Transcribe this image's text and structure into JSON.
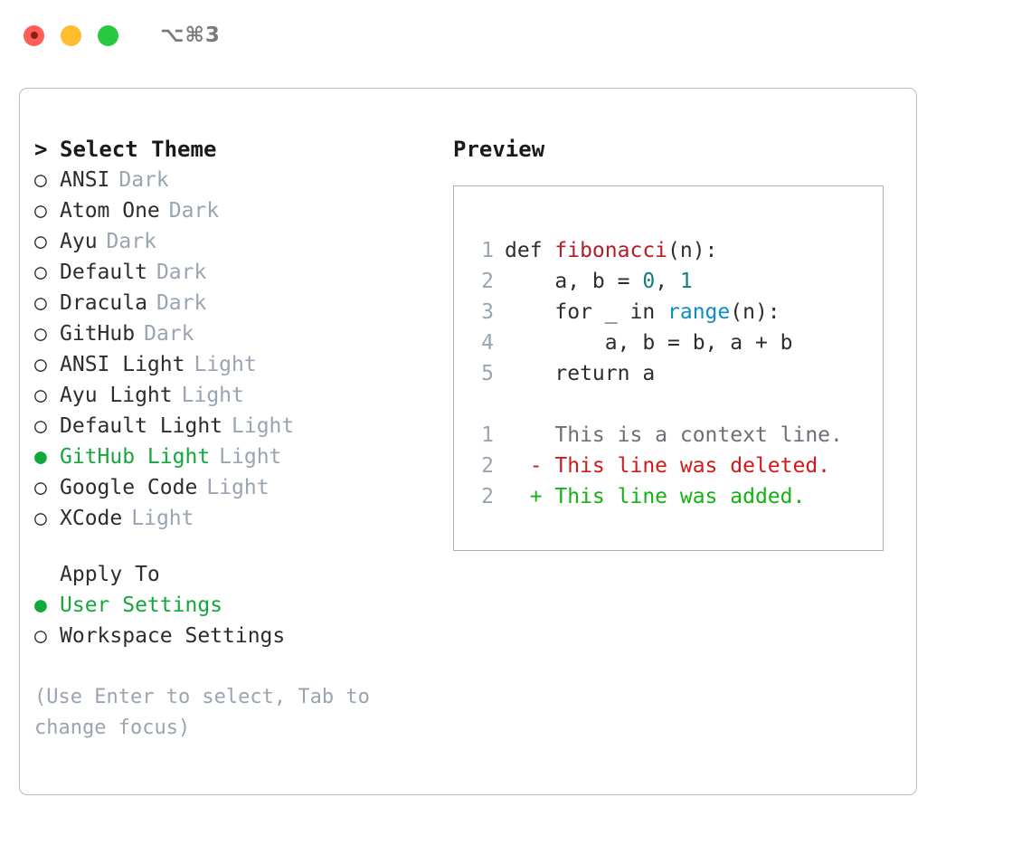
{
  "titlebar": {
    "shortcut": "⌥⌘3",
    "lights": [
      {
        "name": "close",
        "color": "#ff5f57"
      },
      {
        "name": "minimize",
        "color": "#febc2e"
      },
      {
        "name": "maximize",
        "color": "#28c840"
      }
    ]
  },
  "theme_panel": {
    "heading": "Select Theme",
    "caret": ">",
    "bullet_unselected": "○",
    "bullet_selected": "●",
    "items": [
      {
        "label": "ANSI",
        "suffix": "Dark",
        "selected": false
      },
      {
        "label": "Atom One",
        "suffix": "Dark",
        "selected": false
      },
      {
        "label": "Ayu",
        "suffix": "Dark",
        "selected": false
      },
      {
        "label": "Default",
        "suffix": "Dark",
        "selected": false
      },
      {
        "label": "Dracula",
        "suffix": "Dark",
        "selected": false
      },
      {
        "label": "GitHub",
        "suffix": "Dark",
        "selected": false
      },
      {
        "label": "ANSI Light",
        "suffix": "Light",
        "selected": false
      },
      {
        "label": "Ayu Light",
        "suffix": "Light",
        "selected": false
      },
      {
        "label": "Default Light",
        "suffix": "Light",
        "selected": false
      },
      {
        "label": "GitHub Light",
        "suffix": "Light",
        "selected": true
      },
      {
        "label": "Google Code",
        "suffix": "Light",
        "selected": false
      },
      {
        "label": "XCode",
        "suffix": "Light",
        "selected": false
      }
    ]
  },
  "apply_to": {
    "title": "Apply To",
    "items": [
      {
        "label": "User Settings",
        "selected": true
      },
      {
        "label": "Workspace Settings",
        "selected": false
      }
    ]
  },
  "hint": "(Use Enter to select, Tab to change focus)",
  "preview": {
    "title": "Preview",
    "code_lines": [
      {
        "ln": "1",
        "tokens": [
          {
            "t": "def ",
            "k": "plain"
          },
          {
            "t": "fibonacci",
            "k": "fn"
          },
          {
            "t": "(n):",
            "k": "plain"
          }
        ]
      },
      {
        "ln": "2",
        "tokens": [
          {
            "t": "    a, b = ",
            "k": "plain"
          },
          {
            "t": "0",
            "k": "num"
          },
          {
            "t": ", ",
            "k": "plain"
          },
          {
            "t": "1",
            "k": "num"
          }
        ]
      },
      {
        "ln": "3",
        "tokens": [
          {
            "t": "    for _ in ",
            "k": "plain"
          },
          {
            "t": "range",
            "k": "call"
          },
          {
            "t": "(n):",
            "k": "plain"
          }
        ]
      },
      {
        "ln": "4",
        "tokens": [
          {
            "t": "        a, b = b, a + b",
            "k": "plain"
          }
        ]
      },
      {
        "ln": "5",
        "tokens": [
          {
            "t": "    return a",
            "k": "plain"
          }
        ]
      }
    ],
    "diff_lines": [
      {
        "ln": "1",
        "marker": " ",
        "text": "This is a context line.",
        "kind": "context"
      },
      {
        "ln": "2",
        "marker": "-",
        "text": "This line was deleted.",
        "kind": "del"
      },
      {
        "ln": "2",
        "marker": "+",
        "text": "This line was added.",
        "kind": "add"
      }
    ]
  },
  "colors": {
    "accent_green": "#12a83c",
    "muted": "#9aa4b2",
    "border": "#b3bdcb",
    "preview_border": "#a8b0bd",
    "syntax_function": "#b31d28",
    "syntax_number": "#137e7e",
    "syntax_call": "#0e8cc4",
    "diff_deleted": "#d11a1a",
    "diff_added": "#12b312",
    "diff_context": "#6a6f78"
  }
}
